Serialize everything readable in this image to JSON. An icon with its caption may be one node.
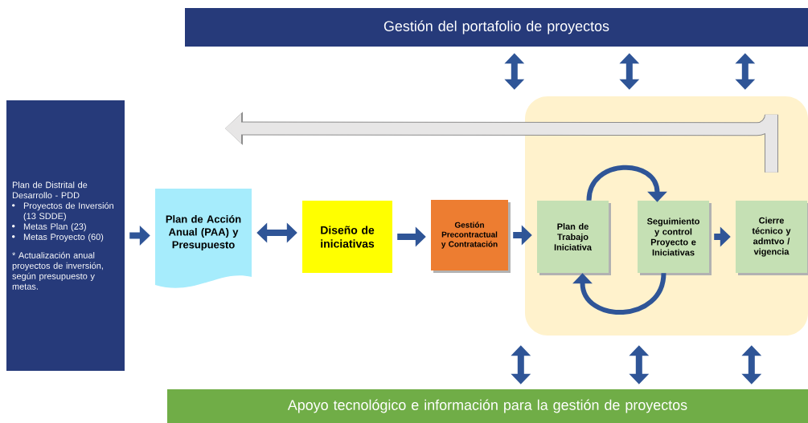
{
  "diagram": {
    "nodes": [
      {
        "text": [
          "Gestión del portafolio de proyectos"
        ]
      },
      {
        "text": [
          "Plan de Distrital de Desarrollo - PDD",
          "Proyectos de Inversión (13 SDDE)",
          "Metas Plan (23)",
          "Metas Proyecto (60)",
          "* Actualización anual proyectos de inversión, según presupuesto y metas."
        ]
      },
      {
        "text": [
          "Plan de Acción Anual (PAA) y Presupuesto"
        ]
      },
      {
        "text": [
          "Diseño de iniciativas"
        ]
      },
      {
        "text": [
          "Gestión Precontractual y Contratación"
        ]
      },
      {
        "text": [],
        "shape": "box"
      },
      {
        "text": [
          "Plan de Trabajo Iniciativa"
        ],
        "in": 5
      },
      {
        "text": [
          "Seguimiento y control Proyecto e Iniciativas"
        ],
        "in": 5
      },
      {
        "text": [
          "Cierre técnico y admtvo / vigencia"
        ],
        "in": 5
      },
      {
        "text": [
          "Apoyo tecnológico e información para la gestión de proyectos"
        ]
      }
    ],
    "edges": [
      {
        "from": 1,
        "to": 2,
        "arrow": "to"
      },
      {
        "from": 2,
        "to": 3,
        "arrow": "both"
      },
      {
        "from": 3,
        "to": 4,
        "arrow": "to"
      },
      {
        "from": 4,
        "to": 6,
        "arrow": "to"
      },
      {
        "from": 6,
        "to": 7,
        "arrow": "to"
      },
      {
        "from": 7,
        "to": 6,
        "arrow": "to"
      },
      {
        "from": 7,
        "to": 8,
        "arrow": "to"
      },
      {
        "from": 8,
        "to": null,
        "arrow": "to",
        "style": "thick",
        "color": "#e7e6e6"
      },
      {
        "from": 0,
        "to": 5,
        "arrow": "both"
      },
      {
        "from": 0,
        "to": 5,
        "arrow": "both"
      },
      {
        "from": 0,
        "to": 5,
        "arrow": "both"
      },
      {
        "from": 5,
        "to": 9,
        "arrow": "both"
      },
      {
        "from": 5,
        "to": 9,
        "arrow": "both"
      },
      {
        "from": 5,
        "to": 9,
        "arrow": "both"
      }
    ]
  }
}
